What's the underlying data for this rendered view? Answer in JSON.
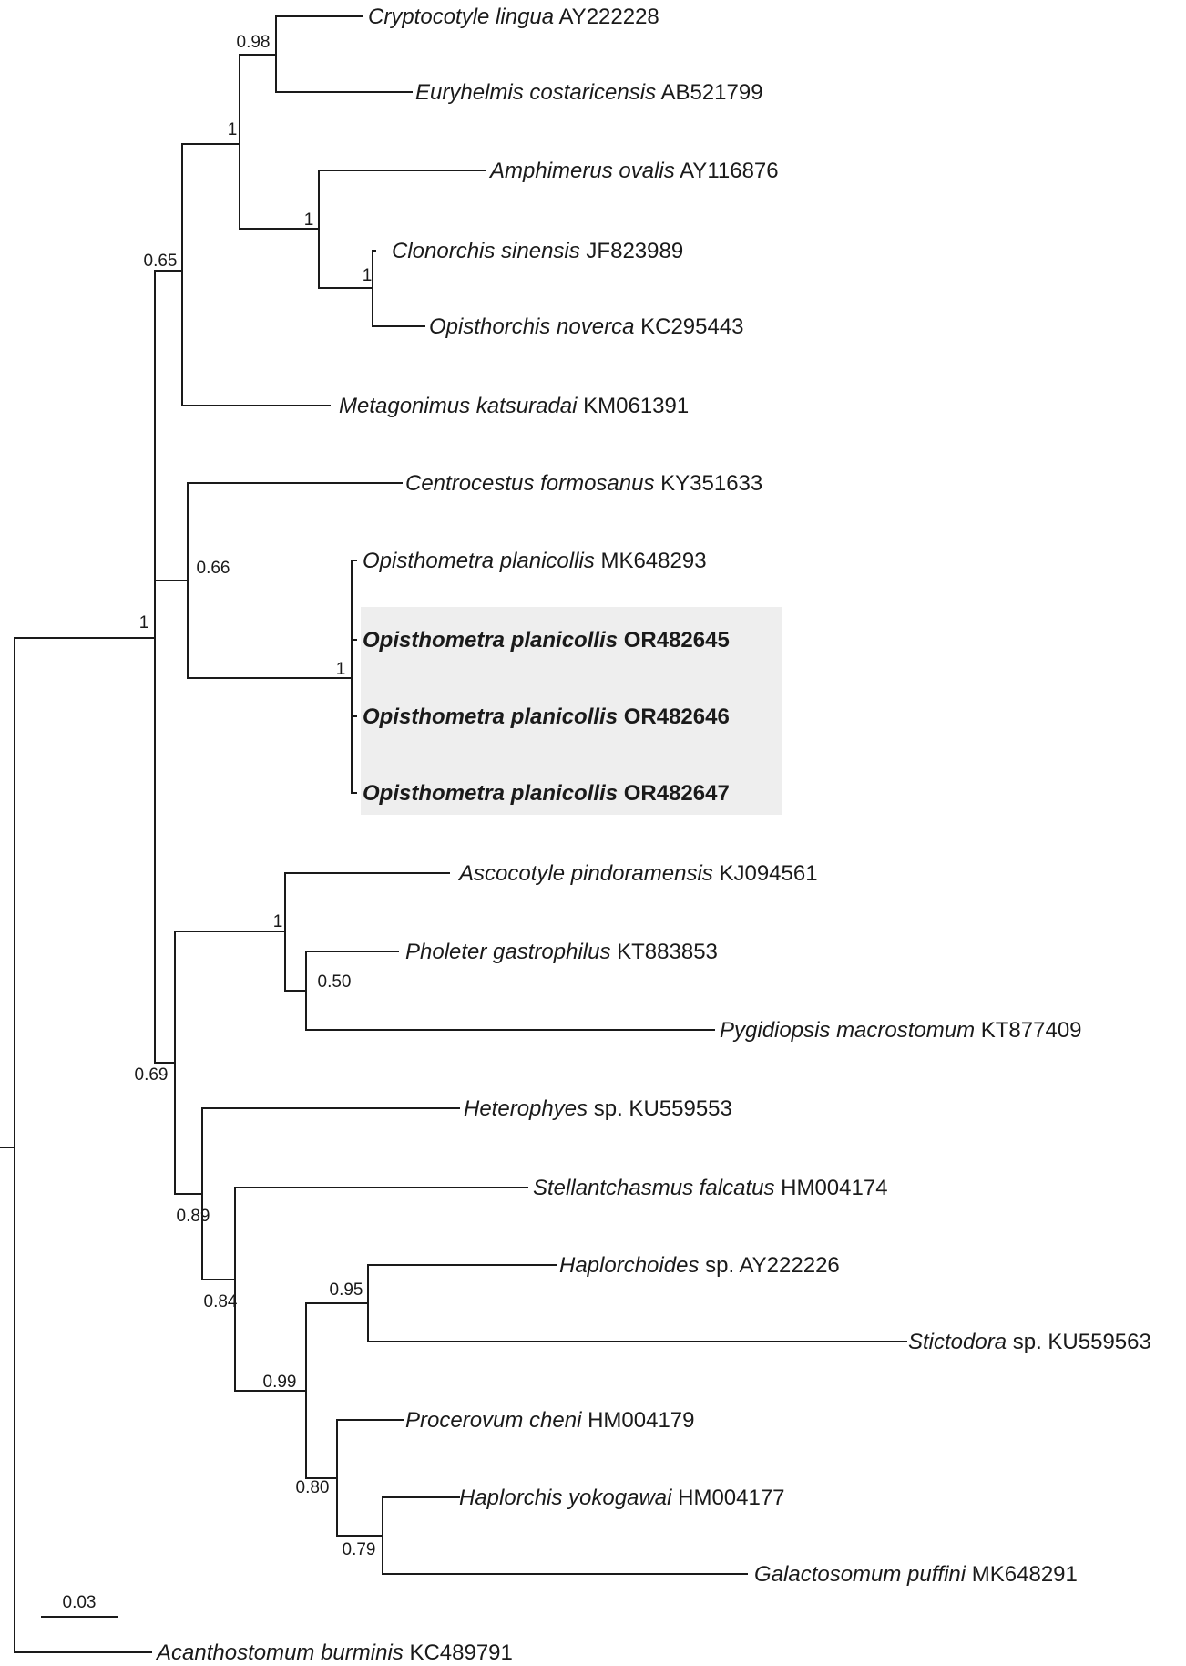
{
  "taxa": [
    {
      "genus": "Cryptocotyle lingua",
      "accession": "AY222228",
      "bold": false
    },
    {
      "genus": "Euryhelmis costaricensis",
      "accession": "AB521799",
      "bold": false
    },
    {
      "genus": "Amphimerus ovalis",
      "accession": "AY116876",
      "bold": false
    },
    {
      "genus": "Clonorchis sinensis",
      "accession": "JF823989",
      "bold": false
    },
    {
      "genus": "Opisthorchis noverca",
      "accession": "KC295443",
      "bold": false
    },
    {
      "genus": "Metagonimus katsuradai",
      "accession": "KM061391",
      "bold": false
    },
    {
      "genus": "Centrocestus formosanus",
      "accession": "KY351633",
      "bold": false
    },
    {
      "genus": "Opisthometra planicollis",
      "accession": "MK648293",
      "bold": false
    },
    {
      "genus": "Opisthometra planicollis",
      "accession": "OR482645",
      "bold": true
    },
    {
      "genus": "Opisthometra planicollis",
      "accession": "OR482646",
      "bold": true
    },
    {
      "genus": "Opisthometra planicollis",
      "accession": "OR482647",
      "bold": true
    },
    {
      "genus": "Ascocotyle pindoramensis",
      "accession": "KJ094561",
      "bold": false
    },
    {
      "genus": "Pholeter gastrophilus",
      "accession": "KT883853",
      "bold": false
    },
    {
      "genus": "Pygidiopsis macrostomum",
      "accession": "KT877409",
      "bold": false
    },
    {
      "genus": "Heterophyes",
      "suffix": "sp.",
      "accession": "KU559553",
      "bold": false
    },
    {
      "genus": "Stellantchasmus falcatus",
      "accession": "HM004174",
      "bold": false
    },
    {
      "genus": "Haplorchoides",
      "suffix": "sp.",
      "accession": "AY222226",
      "bold": false
    },
    {
      "genus": "Stictodora",
      "suffix": "sp.",
      "accession": "KU559563",
      "bold": false
    },
    {
      "genus": "Procerovum cheni",
      "accession": "HM004179",
      "bold": false
    },
    {
      "genus": "Haplorchis yokogawai",
      "accession": "HM004177",
      "bold": false
    },
    {
      "genus": "Galactosomum puffini",
      "accession": "MK648291",
      "bold": false
    },
    {
      "genus": "Acanthostomum burminis",
      "accession": "KC489791",
      "bold": false
    }
  ],
  "support_values": [
    "0.98",
    "1",
    "1",
    "1",
    "0.65",
    "0.66",
    "1",
    "1",
    "1",
    "0.50",
    "0.69",
    "0.89",
    "0.84",
    "0.95",
    "0.99",
    "0.80",
    "0.79"
  ],
  "scale_bar": {
    "label": "0.03"
  },
  "colors": {
    "line": "#1a1a1a",
    "highlight": "#eeeeee"
  }
}
